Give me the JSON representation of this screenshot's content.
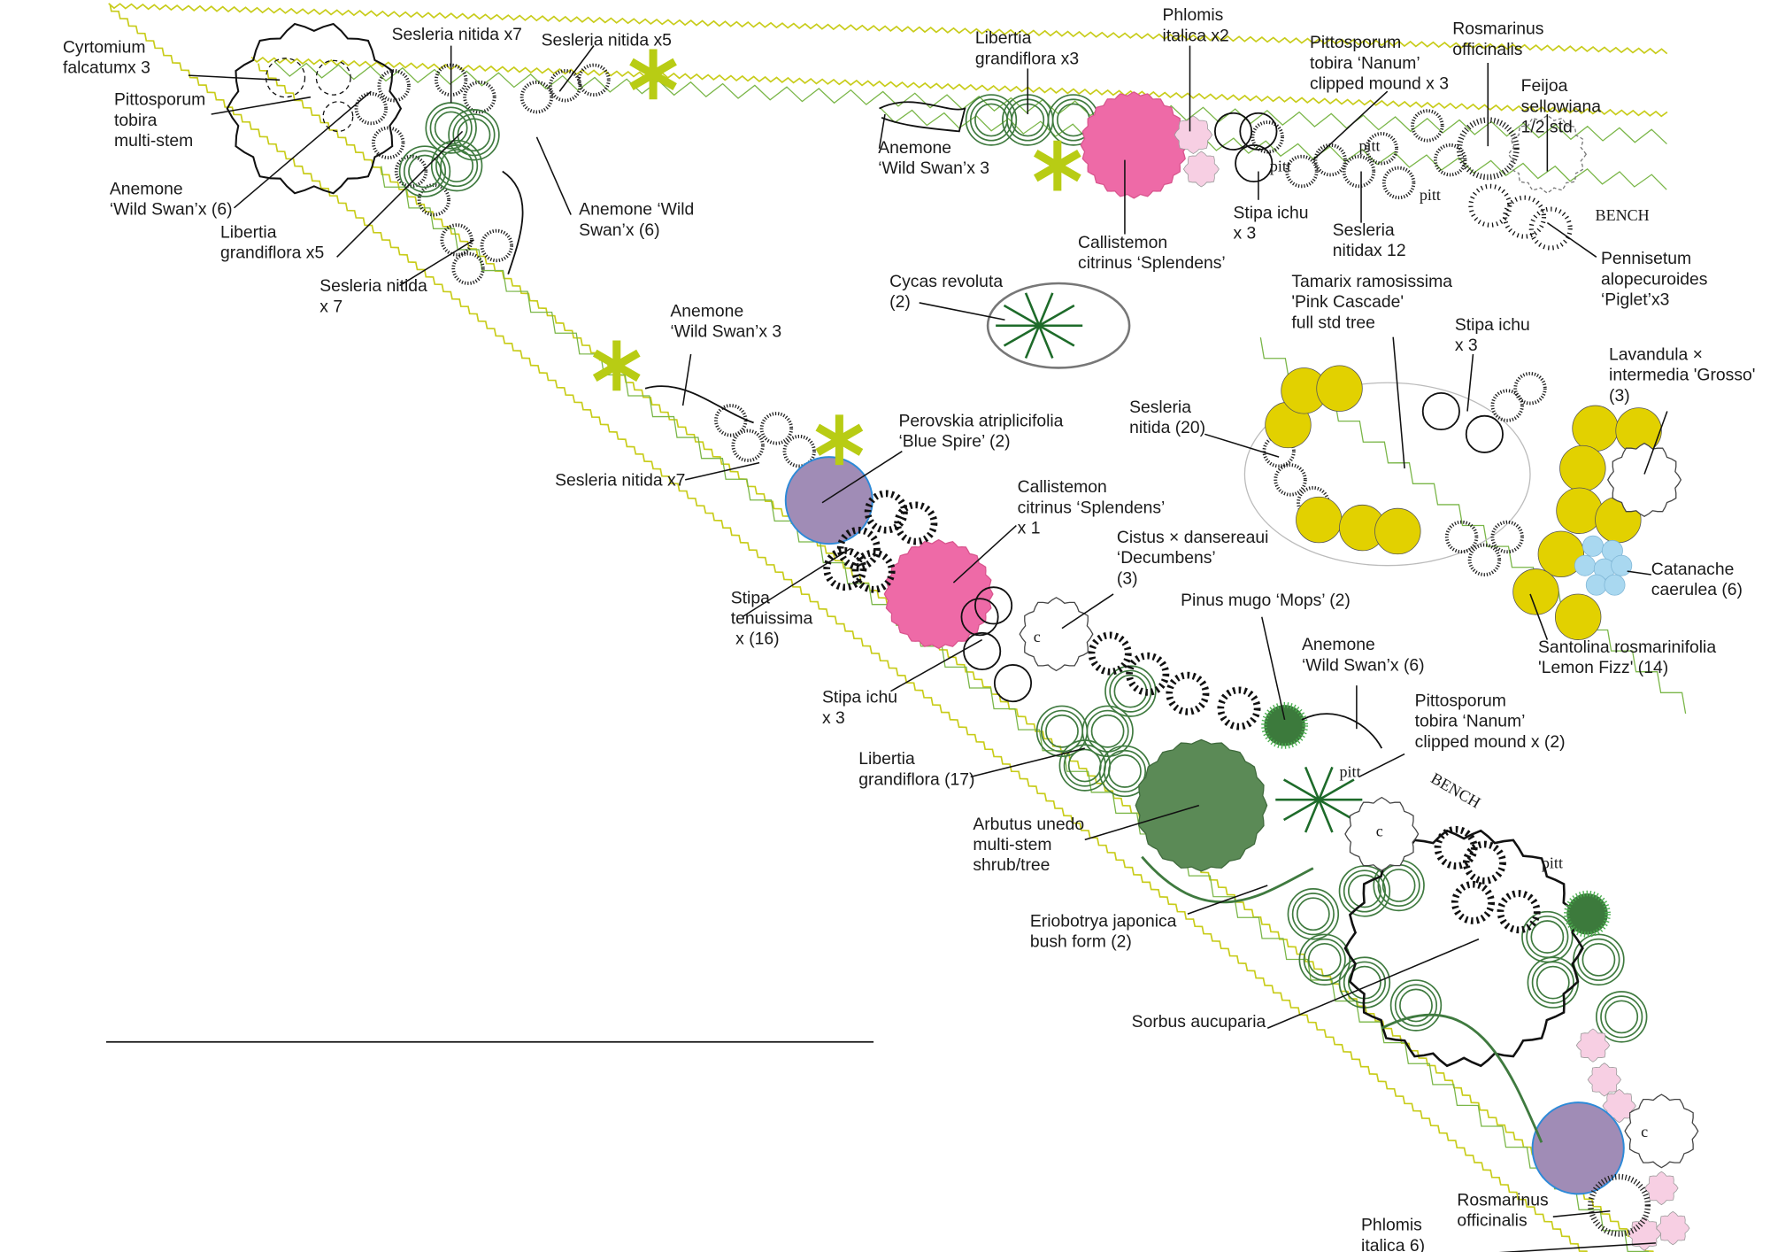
{
  "title": "Planting plan",
  "colors": {
    "boundary_yellow": "#c8cc1a",
    "bed_edge_green": "#7ab648",
    "libertia_green": "#3f7a3f",
    "callistemon_pink": "#ee6aa7",
    "phlomis_pink": "#f7cfe3",
    "perovskia_purple": "#a08cb6",
    "perovskia_edge": "#2d8ad8",
    "arbutus_green": "#5b8a56",
    "santolina_yellow": "#e2d100",
    "catanache_blue": "#a9d8f0",
    "accent_lime": "#b8cc14"
  },
  "labels": [
    {
      "lines": [
        "Cyrtomium",
        "falcatumx 3"
      ]
    },
    {
      "lines": [
        "Pittosporum",
        "tobira",
        "multi-stem"
      ]
    },
    {
      "lines": [
        "Anemone",
        "‘Wild Swan’x (6)"
      ]
    },
    {
      "lines": [
        "Libertia",
        "grandiflora x5"
      ]
    },
    {
      "lines": [
        "Sesleria nitida",
        "x 7"
      ]
    },
    {
      "lines": [
        "Sesleria nitida x7"
      ]
    },
    {
      "lines": [
        "Sesleria nitida x5"
      ]
    },
    {
      "lines": [
        "Anemone ‘Wild",
        "Swan’x (6)"
      ]
    },
    {
      "lines": [
        "Libertia",
        "grandiflora x3"
      ]
    },
    {
      "lines": [
        "Phlomis",
        "italica x2"
      ]
    },
    {
      "lines": [
        "Pittosporum",
        "tobira  ‘Nanum’",
        "clipped mound x 3"
      ]
    },
    {
      "lines": [
        "Rosmarinus",
        "officinalis"
      ]
    },
    {
      "lines": [
        "Feijoa",
        "sellowiana",
        "1/2 std"
      ]
    },
    {
      "lines": [
        "Anemone",
        "‘Wild Swan’x 3"
      ]
    },
    {
      "lines": [
        "Stipa ichu",
        "x 3"
      ]
    },
    {
      "lines": [
        "Sesleria",
        "nitidax 12"
      ]
    },
    {
      "lines": [
        "Callistemon",
        "citrinus ‘Splendens’"
      ]
    },
    {
      "lines": [
        "Pennisetum",
        "alopecuroides",
        "‘Piglet’x3"
      ]
    },
    {
      "lines": [
        "Cycas revoluta",
        "(2)"
      ]
    },
    {
      "lines": [
        "Tamarix ramosissima",
        "'Pink Cascade'",
        "full std tree"
      ]
    },
    {
      "lines": [
        "Stipa ichu",
        "x 3"
      ]
    },
    {
      "lines": [
        "Lavandula ×",
        "intermedia 'Grosso'",
        "(3)"
      ]
    },
    {
      "lines": [
        "Sesleria",
        "nitida (20)"
      ]
    },
    {
      "lines": [
        "Anemone",
        "‘Wild Swan’x 3"
      ]
    },
    {
      "lines": [
        "Perovskia atriplicifolia",
        "‘Blue Spire’ (2)"
      ]
    },
    {
      "lines": [
        "Sesleria nitida x7"
      ]
    },
    {
      "lines": [
        "Callistemon",
        "citrinus ‘Splendens’",
        "x 1"
      ]
    },
    {
      "lines": [
        "Cistus × dansereaui",
        "‘Decumbens’",
        "(3)"
      ]
    },
    {
      "lines": [
        "Catanache",
        "caerulea (6)"
      ]
    },
    {
      "lines": [
        "Stipa",
        "tenuissima",
        " x (16)"
      ]
    },
    {
      "lines": [
        "Pinus mugo ‘Mops’ (2)"
      ]
    },
    {
      "lines": [
        "Santolina rosmarinifolia",
        "'Lemon Fizz' (14)"
      ]
    },
    {
      "lines": [
        "Anemone",
        "‘Wild Swan’x (6)"
      ]
    },
    {
      "lines": [
        "Stipa ichu",
        "x 3"
      ]
    },
    {
      "lines": [
        "Pittosporum",
        "tobira  ‘Nanum’",
        "clipped mound x (2)"
      ]
    },
    {
      "lines": [
        "Libertia",
        "grandiflora (17)"
      ]
    },
    {
      "lines": [
        "Arbutus unedo",
        "multi-stem",
        "shrub/tree"
      ]
    },
    {
      "lines": [
        "Eriobotrya japonica",
        "bush form (2)"
      ]
    },
    {
      "lines": [
        "Sorbus aucuparia"
      ]
    },
    {
      "lines": [
        "Rosmarinus",
        "officinalis"
      ]
    },
    {
      "lines": [
        "Phlomis",
        "italica 6)"
      ]
    }
  ],
  "bench_labels": [
    "BENCH",
    "BENCH"
  ],
  "plan_marks": {
    "pittosporum": "pitt",
    "cistus": "c"
  }
}
